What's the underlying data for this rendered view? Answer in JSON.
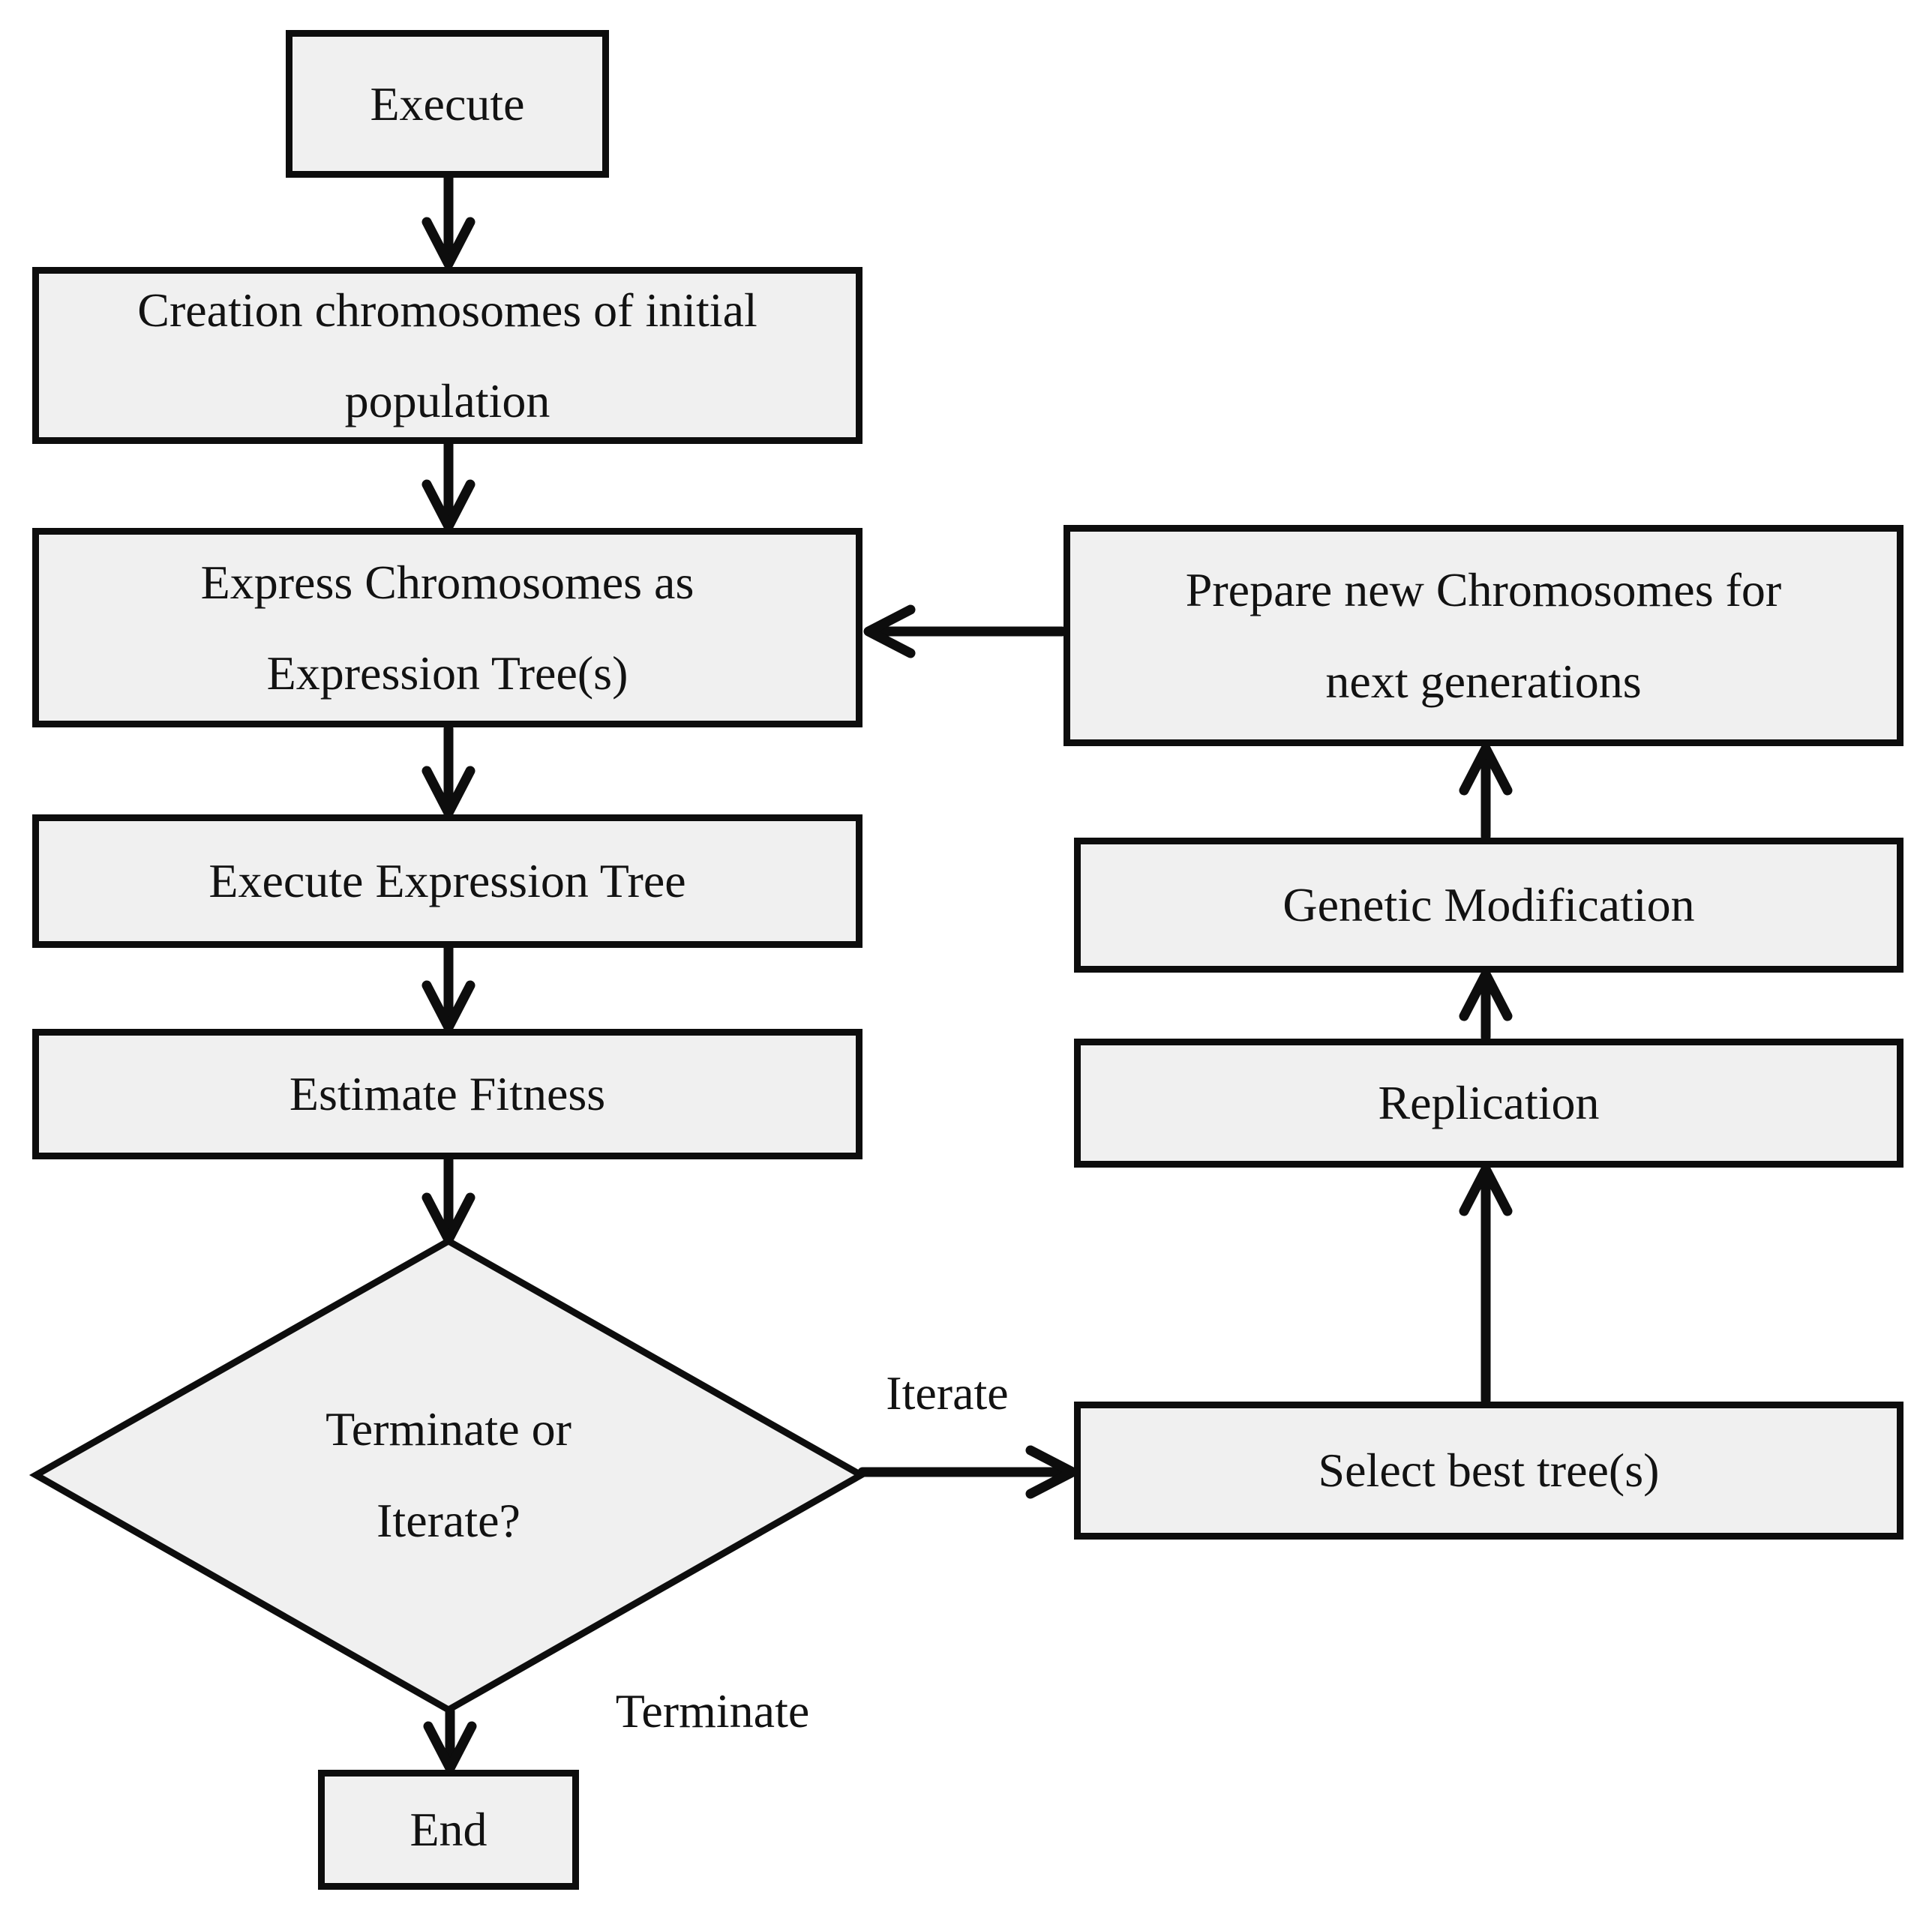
{
  "nodes": {
    "execute": {
      "label": "Execute"
    },
    "creation": {
      "line1": "Creation chromosomes of initial",
      "line2": "population"
    },
    "express": {
      "line1": "Express Chromosomes as",
      "line2": "Expression Tree(s)"
    },
    "execute_tree": {
      "label": "Execute Expression Tree"
    },
    "estimate_fitness": {
      "label": "Estimate Fitness"
    },
    "decision": {
      "line1": "Terminate or",
      "line2": "Iterate?"
    },
    "end": {
      "label": "End"
    },
    "prepare": {
      "line1": "Prepare new Chromosomes for",
      "line2": "next generations"
    },
    "genetic_modification": {
      "label": "Genetic Modification"
    },
    "replication": {
      "label": "Replication"
    },
    "select_best": {
      "label": "Select best tree(s)"
    }
  },
  "edge_labels": {
    "iterate": "Iterate",
    "terminate": "Terminate"
  },
  "colors": {
    "node_fill": "#f0f0f0",
    "stroke": "#0d0d0d",
    "background": "#ffffff"
  }
}
